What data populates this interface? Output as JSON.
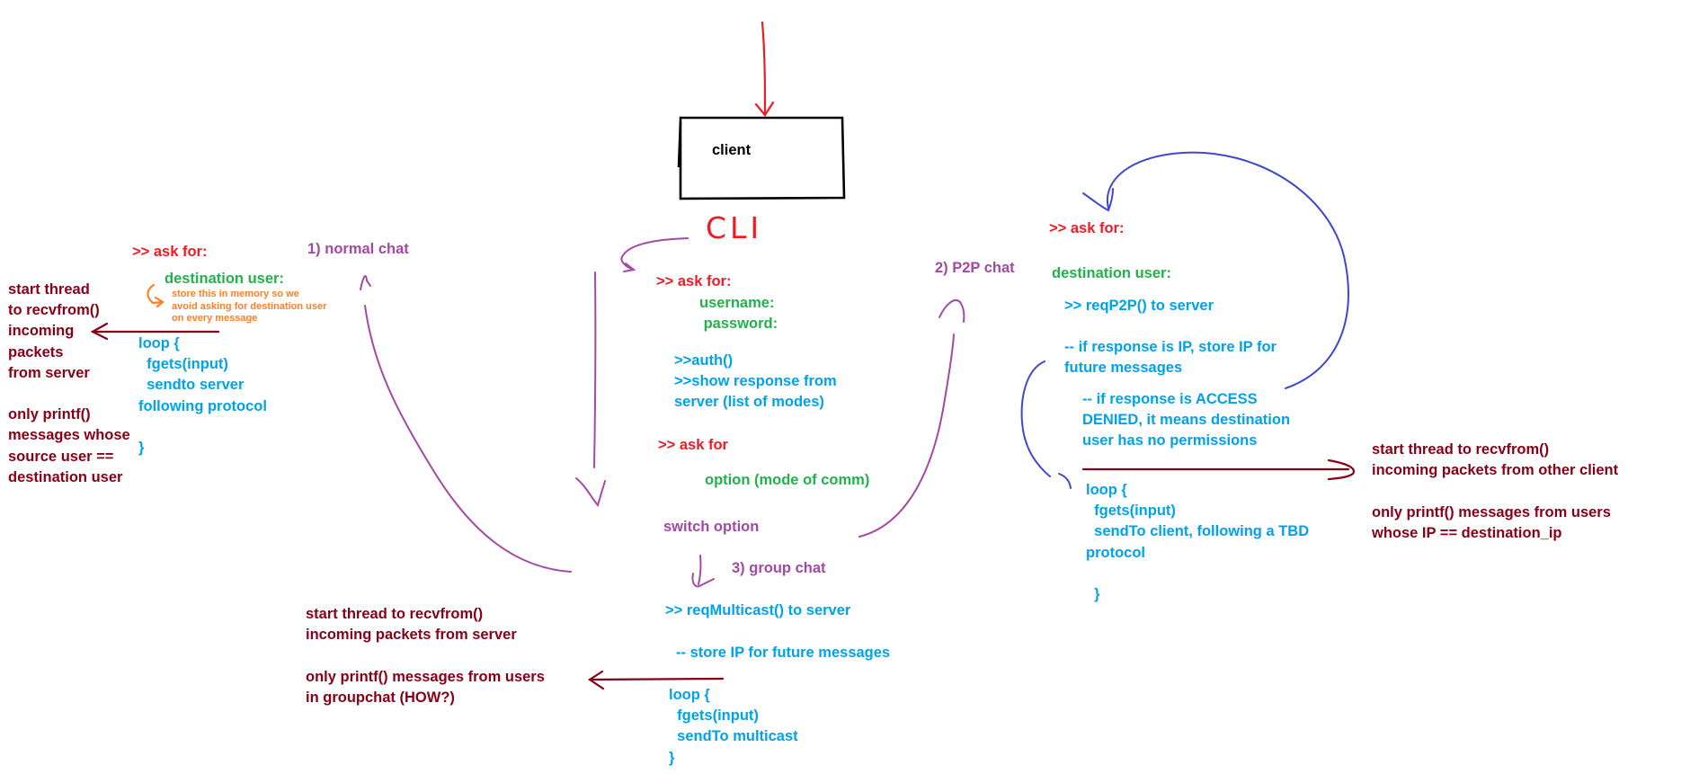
{
  "client": {
    "label": "client",
    "cli": "CLI"
  },
  "login": {
    "ask_for": ">> ask for:",
    "fields": "username:\n password:",
    "auth_lines": ">>auth()\n>>show response from\nserver (list of modes)",
    "ask_for_option": ">> ask for",
    "option": "option (mode of comm)",
    "switch": "switch option"
  },
  "normal_chat": {
    "title": "1) normal chat",
    "ask_for": ">> ask for:",
    "destination": "destination user:",
    "note": "store this in memory so we\navoid asking for destination user\non every message",
    "loop": "loop {\n  fgets(input)\n  sendto server\nfollowing protocol\n\n}",
    "thread_note": "start thread\nto recvfrom()\nincoming\npackets\nfrom server\n\nonly printf()\nmessages whose\nsource user ==\ndestination user"
  },
  "p2p_chat": {
    "title": "2) P2P chat",
    "ask_for": ">> ask for:",
    "destination": "destination user:",
    "req": ">> reqP2P() to server",
    "if_ip": "-- if response is IP, store IP for\nfuture messages",
    "if_denied": "-- if response is ACCESS\nDENIED, it means destination\nuser has no permissions",
    "loop": "loop {\n  fgets(input)\n  sendTo client, following a TBD\nprotocol\n\n  }",
    "thread_note": "start thread to recvfrom()\nincoming packets from other client\n\nonly printf() messages from users\nwhose IP == destination_ip"
  },
  "group_chat": {
    "title": "3) group chat",
    "req": ">> reqMulticast() to server",
    "store": "-- store IP for future messages",
    "loop": "loop {\n  fgets(input)\n  sendTo multicast\n}",
    "thread_note": "start thread to recvfrom()\nincoming packets from server\n\nonly printf() messages from users\nin groupchat (HOW?)"
  },
  "colors": {
    "red": "#ed1c24",
    "green": "#22b14c",
    "blue": "#00a2e8",
    "purple": "#a349a4",
    "maroon": "#880015",
    "orange": "#ff7f27",
    "wire_blue": "#3f48cc"
  }
}
